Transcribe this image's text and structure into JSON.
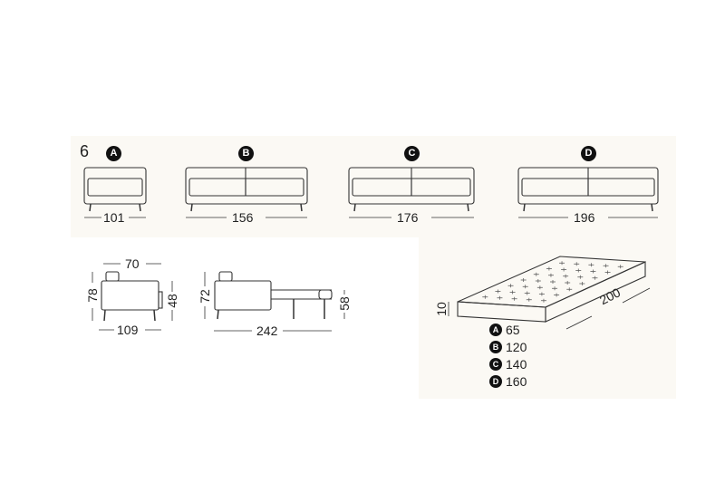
{
  "page_number": "6",
  "front_views": [
    {
      "letter": "A",
      "width_label": "101"
    },
    {
      "letter": "B",
      "width_label": "156"
    },
    {
      "letter": "C",
      "width_label": "176"
    },
    {
      "letter": "D",
      "width_label": "196"
    }
  ],
  "side_view": {
    "depth_label": "70",
    "height_label": "78",
    "seat_height_label": "48",
    "length_label": "109"
  },
  "open_view": {
    "height_label": "72",
    "bed_height_label": "58",
    "length_label": "242"
  },
  "mattress": {
    "thickness_label": "10",
    "length_label": "200",
    "widths": [
      {
        "letter": "A",
        "value": "65"
      },
      {
        "letter": "B",
        "value": "120"
      },
      {
        "letter": "C",
        "value": "140"
      },
      {
        "letter": "D",
        "value": "160"
      }
    ]
  },
  "colors": {
    "ink": "#222222",
    "panel": "#fbf9f4",
    "badge": "#111111"
  }
}
